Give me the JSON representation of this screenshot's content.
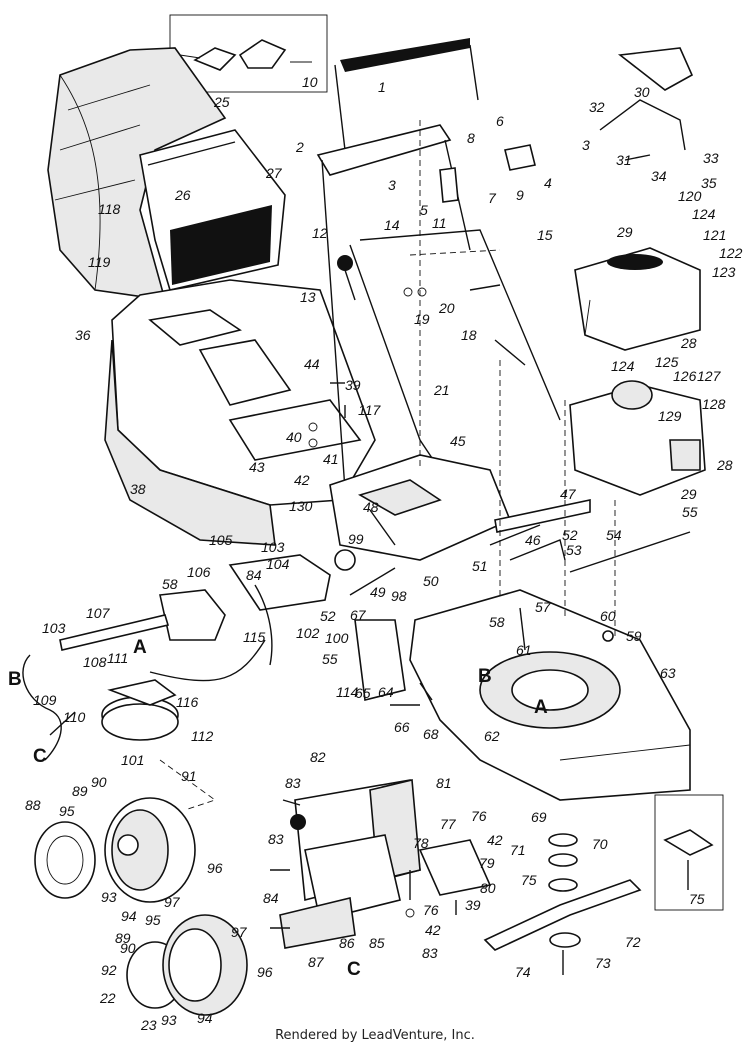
{
  "footer": "Rendered by LeadVenture, Inc.",
  "parts": [
    {
      "id": "p1",
      "t": "1"
    },
    {
      "id": "p2",
      "t": "2"
    },
    {
      "id": "p3a",
      "t": "3"
    },
    {
      "id": "p3b",
      "t": "3"
    },
    {
      "id": "p4",
      "t": "4"
    },
    {
      "id": "p5",
      "t": "5"
    },
    {
      "id": "p6",
      "t": "6"
    },
    {
      "id": "p7",
      "t": "7"
    },
    {
      "id": "p8",
      "t": "8"
    },
    {
      "id": "p9",
      "t": "9"
    },
    {
      "id": "p10",
      "t": "10"
    },
    {
      "id": "p11",
      "t": "11"
    },
    {
      "id": "p12",
      "t": "12"
    },
    {
      "id": "p13",
      "t": "13"
    },
    {
      "id": "p14",
      "t": "14"
    },
    {
      "id": "p15",
      "t": "15"
    },
    {
      "id": "p18",
      "t": "18"
    },
    {
      "id": "p19",
      "t": "19"
    },
    {
      "id": "p20",
      "t": "20"
    },
    {
      "id": "p21",
      "t": "21"
    },
    {
      "id": "p22",
      "t": "22"
    },
    {
      "id": "p23",
      "t": "23"
    },
    {
      "id": "p25",
      "t": "25"
    },
    {
      "id": "p26",
      "t": "26"
    },
    {
      "id": "p27",
      "t": "27"
    },
    {
      "id": "p28a",
      "t": "28"
    },
    {
      "id": "p28b",
      "t": "28"
    },
    {
      "id": "p29a",
      "t": "29"
    },
    {
      "id": "p29b",
      "t": "29"
    },
    {
      "id": "p30",
      "t": "30"
    },
    {
      "id": "p31",
      "t": "31"
    },
    {
      "id": "p32",
      "t": "32"
    },
    {
      "id": "p33",
      "t": "33"
    },
    {
      "id": "p34",
      "t": "34"
    },
    {
      "id": "p35",
      "t": "35"
    },
    {
      "id": "p36",
      "t": "36"
    },
    {
      "id": "p38",
      "t": "38"
    },
    {
      "id": "p39a",
      "t": "39"
    },
    {
      "id": "p39b",
      "t": "39"
    },
    {
      "id": "p40",
      "t": "40"
    },
    {
      "id": "p41",
      "t": "41"
    },
    {
      "id": "p42a",
      "t": "42"
    },
    {
      "id": "p42b",
      "t": "42"
    },
    {
      "id": "p42c",
      "t": "42"
    },
    {
      "id": "p43",
      "t": "43"
    },
    {
      "id": "p44",
      "t": "44"
    },
    {
      "id": "p45",
      "t": "45"
    },
    {
      "id": "p46",
      "t": "46"
    },
    {
      "id": "p47",
      "t": "47"
    },
    {
      "id": "p48",
      "t": "48"
    },
    {
      "id": "p49",
      "t": "49"
    },
    {
      "id": "p50",
      "t": "50"
    },
    {
      "id": "p51",
      "t": "51"
    },
    {
      "id": "p52a",
      "t": "52"
    },
    {
      "id": "p52b",
      "t": "52"
    },
    {
      "id": "p53",
      "t": "53"
    },
    {
      "id": "p54",
      "t": "54"
    },
    {
      "id": "p55a",
      "t": "55"
    },
    {
      "id": "p55b",
      "t": "55"
    },
    {
      "id": "p57",
      "t": "57"
    },
    {
      "id": "p58a",
      "t": "58"
    },
    {
      "id": "p58b",
      "t": "58"
    },
    {
      "id": "p59",
      "t": "59"
    },
    {
      "id": "p60",
      "t": "60"
    },
    {
      "id": "p61",
      "t": "61"
    },
    {
      "id": "p62",
      "t": "62"
    },
    {
      "id": "p63",
      "t": "63"
    },
    {
      "id": "p64",
      "t": "64"
    },
    {
      "id": "p65",
      "t": "65"
    },
    {
      "id": "p66",
      "t": "66"
    },
    {
      "id": "p67",
      "t": "67"
    },
    {
      "id": "p68",
      "t": "68"
    },
    {
      "id": "p69",
      "t": "69"
    },
    {
      "id": "p70",
      "t": "70"
    },
    {
      "id": "p71",
      "t": "71"
    },
    {
      "id": "p72",
      "t": "72"
    },
    {
      "id": "p73",
      "t": "73"
    },
    {
      "id": "p74",
      "t": "74"
    },
    {
      "id": "p75a",
      "t": "75"
    },
    {
      "id": "p75b",
      "t": "75"
    },
    {
      "id": "p76a",
      "t": "76"
    },
    {
      "id": "p76b",
      "t": "76"
    },
    {
      "id": "p77",
      "t": "77"
    },
    {
      "id": "p78",
      "t": "78"
    },
    {
      "id": "p79",
      "t": "79"
    },
    {
      "id": "p80",
      "t": "80"
    },
    {
      "id": "p81",
      "t": "81"
    },
    {
      "id": "p82",
      "t": "82"
    },
    {
      "id": "p83a",
      "t": "83"
    },
    {
      "id": "p83b",
      "t": "83"
    },
    {
      "id": "p83c",
      "t": "83"
    },
    {
      "id": "p84a",
      "t": "84"
    },
    {
      "id": "p84b",
      "t": "84"
    },
    {
      "id": "p85",
      "t": "85"
    },
    {
      "id": "p86",
      "t": "86"
    },
    {
      "id": "p87",
      "t": "87"
    },
    {
      "id": "p88",
      "t": "88"
    },
    {
      "id": "p89a",
      "t": "89"
    },
    {
      "id": "p89b",
      "t": "89"
    },
    {
      "id": "p90a",
      "t": "90"
    },
    {
      "id": "p90b",
      "t": "90"
    },
    {
      "id": "p91",
      "t": "91"
    },
    {
      "id": "p92",
      "t": "92"
    },
    {
      "id": "p93a",
      "t": "93"
    },
    {
      "id": "p93b",
      "t": "93"
    },
    {
      "id": "p94a",
      "t": "94"
    },
    {
      "id": "p94b",
      "t": "94"
    },
    {
      "id": "p95a",
      "t": "95"
    },
    {
      "id": "p95b",
      "t": "95"
    },
    {
      "id": "p96a",
      "t": "96"
    },
    {
      "id": "p96b",
      "t": "96"
    },
    {
      "id": "p97a",
      "t": "97"
    },
    {
      "id": "p97b",
      "t": "97"
    },
    {
      "id": "p98",
      "t": "98"
    },
    {
      "id": "p99",
      "t": "99"
    },
    {
      "id": "p100",
      "t": "100"
    },
    {
      "id": "p101",
      "t": "101"
    },
    {
      "id": "p102",
      "t": "102"
    },
    {
      "id": "p103a",
      "t": "103"
    },
    {
      "id": "p103b",
      "t": "103"
    },
    {
      "id": "p104",
      "t": "104"
    },
    {
      "id": "p105",
      "t": "105"
    },
    {
      "id": "p106",
      "t": "106"
    },
    {
      "id": "p107",
      "t": "107"
    },
    {
      "id": "p108",
      "t": "108"
    },
    {
      "id": "p109",
      "t": "109"
    },
    {
      "id": "p110",
      "t": "110"
    },
    {
      "id": "p111",
      "t": "111"
    },
    {
      "id": "p112",
      "t": "112"
    },
    {
      "id": "p114",
      "t": "114"
    },
    {
      "id": "p115",
      "t": "115"
    },
    {
      "id": "p116",
      "t": "116"
    },
    {
      "id": "p117",
      "t": "117"
    },
    {
      "id": "p118",
      "t": "118"
    },
    {
      "id": "p119",
      "t": "119"
    },
    {
      "id": "p120",
      "t": "120"
    },
    {
      "id": "p121",
      "t": "121"
    },
    {
      "id": "p122",
      "t": "122"
    },
    {
      "id": "p123",
      "t": "123"
    },
    {
      "id": "p124a",
      "t": "124"
    },
    {
      "id": "p124b",
      "t": "124"
    },
    {
      "id": "p125",
      "t": "125"
    },
    {
      "id": "p126",
      "t": "126"
    },
    {
      "id": "p127",
      "t": "127"
    },
    {
      "id": "p128",
      "t": "128"
    },
    {
      "id": "p129",
      "t": "129"
    },
    {
      "id": "p130",
      "t": "130"
    }
  ],
  "refs": [
    {
      "id": "rA1",
      "t": "A"
    },
    {
      "id": "rA2",
      "t": "A"
    },
    {
      "id": "rB1",
      "t": "B"
    },
    {
      "id": "rB2",
      "t": "B"
    },
    {
      "id": "rC1",
      "t": "C"
    },
    {
      "id": "rC2",
      "t": "C"
    }
  ]
}
